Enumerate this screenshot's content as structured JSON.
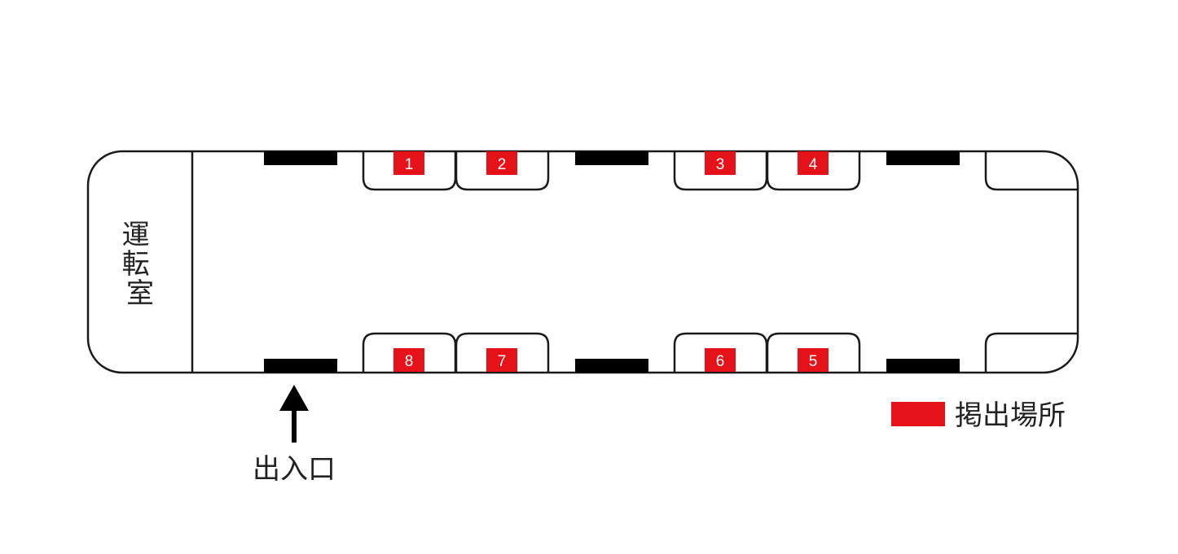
{
  "diagram": {
    "cab_label": "運転室",
    "entrance_label": "出入口",
    "legend_label": "掲出場所",
    "colors": {
      "spot": "#e5121a",
      "outline": "#1a1a1a",
      "door": "#000000"
    },
    "spots_top": [
      "1",
      "2",
      "3",
      "4"
    ],
    "spots_bottom": [
      "8",
      "7",
      "6",
      "5"
    ]
  }
}
